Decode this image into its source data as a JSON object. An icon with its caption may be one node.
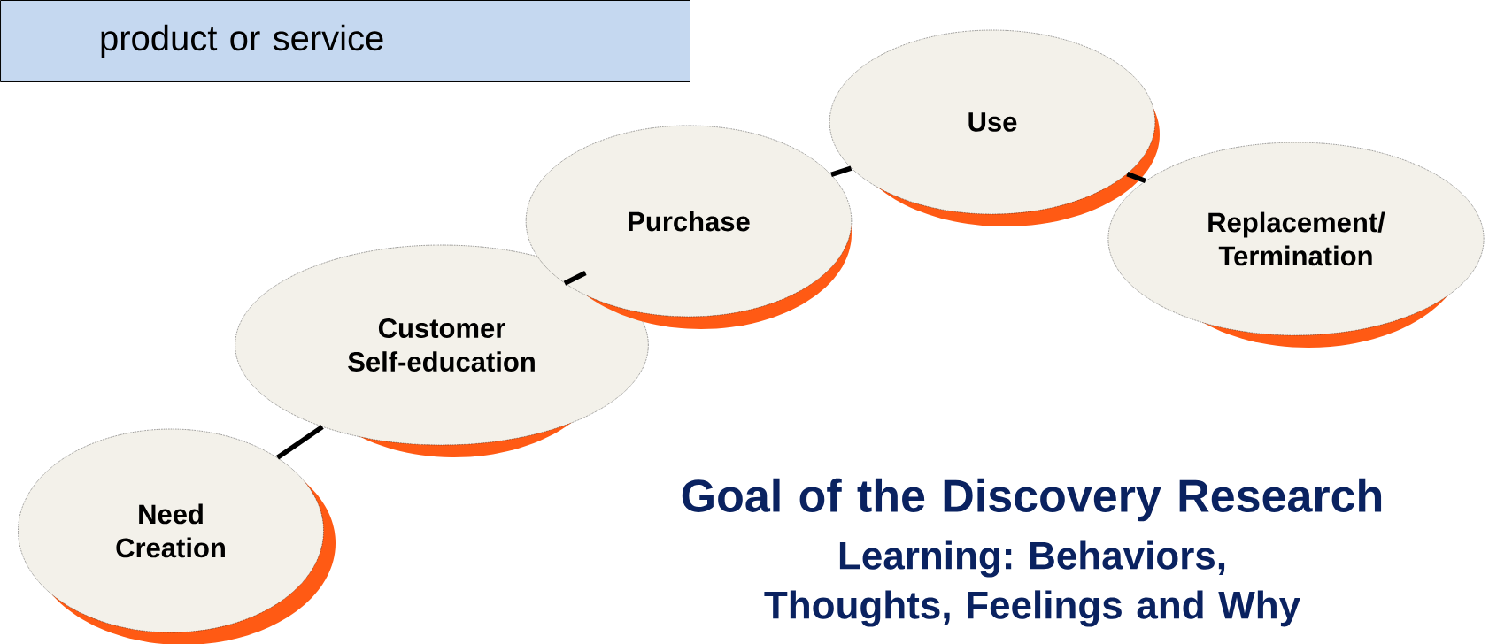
{
  "diagram": {
    "nodes": [
      {
        "text": [
          "product or service"
        ]
      },
      {
        "text": [
          "Need Creation"
        ]
      },
      {
        "text": [
          "Customer Self-education"
        ]
      },
      {
        "text": [
          "Purchase"
        ]
      },
      {
        "text": [
          "Use"
        ]
      },
      {
        "text": [
          "Replacement/ Termination"
        ]
      }
    ],
    "edges": [
      {
        "from": 1,
        "to": 2,
        "arrow": "none"
      },
      {
        "from": 2,
        "to": 3,
        "arrow": "none"
      },
      {
        "from": 3,
        "to": 4,
        "arrow": "none"
      },
      {
        "from": 4,
        "to": 5,
        "arrow": "none"
      }
    ],
    "labels": [
      "Goal of the Discovery Research",
      "Learning: Behaviors, Thoughts, Feelings and Why"
    ]
  }
}
